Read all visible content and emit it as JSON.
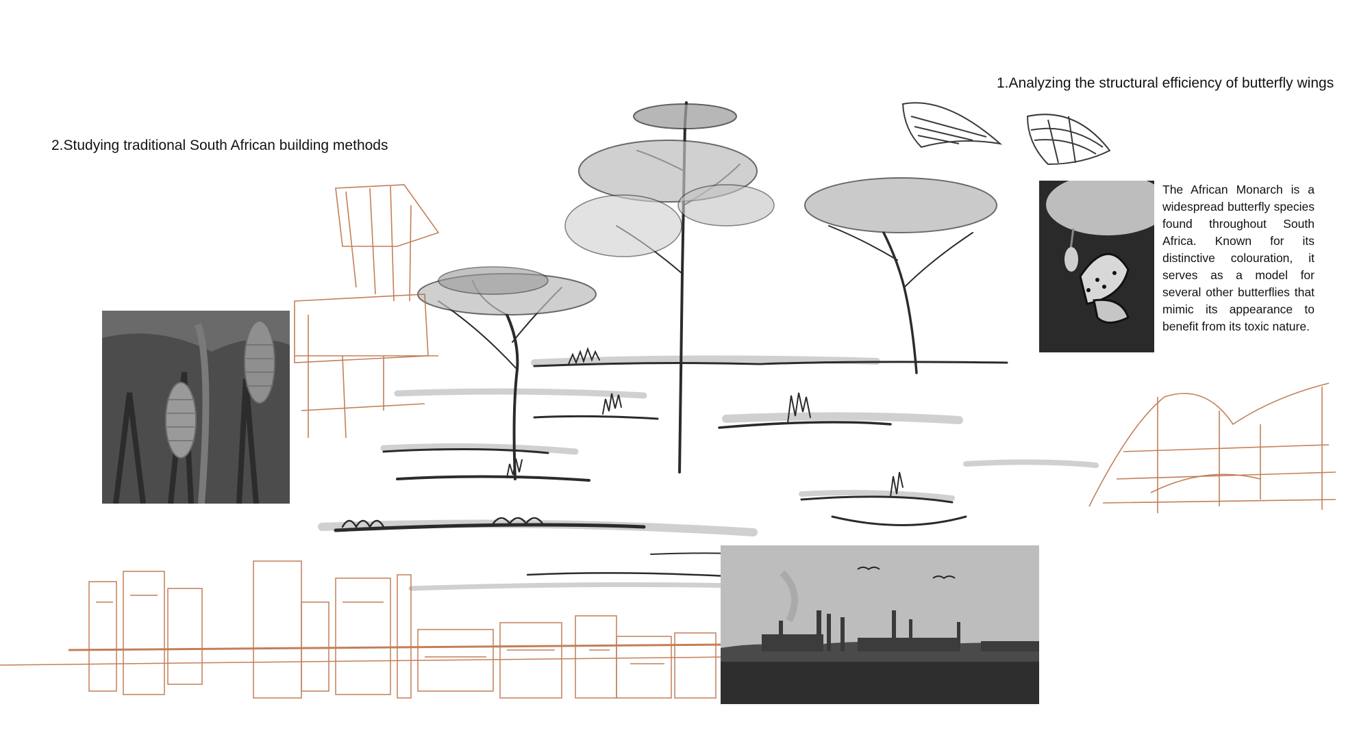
{
  "headings": {
    "butterfly": "1.Analyzing the structural efficiency of butterfly wings",
    "building": "2.Studying traditional South African building methods"
  },
  "caption": {
    "text": "The African Monarch is a widespread butterfly species found throughout South Africa. Known for its distinctive colouration, it serves as a model for several other butterflies that mimic its appearance to benefit from its toxic nature."
  },
  "colors": {
    "sketch_orange": "#b8683a",
    "pencil_dark": "#2b2b2b",
    "pencil_grey": "#9a9a9a",
    "photo_grey": "#5a5a5a"
  },
  "images": {
    "corn": "maize-cob-photo",
    "butterfly": "african-monarch-photo",
    "industry": "industrial-landscape-photo"
  }
}
